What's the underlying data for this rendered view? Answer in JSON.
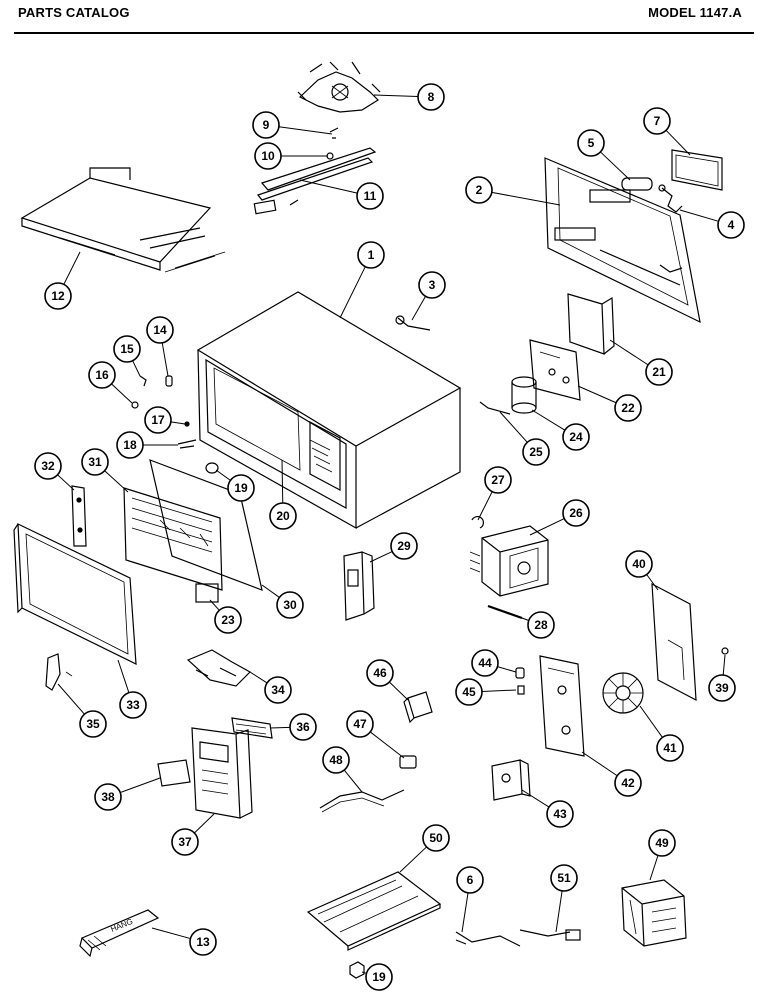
{
  "header": {
    "left_title": "PARTS CATALOG",
    "right_title": "MODEL 1147.A"
  },
  "callouts": [
    {
      "id": "c1",
      "label": "1"
    },
    {
      "id": "c2",
      "label": "2"
    },
    {
      "id": "c3",
      "label": "3"
    },
    {
      "id": "c4",
      "label": "4"
    },
    {
      "id": "c5",
      "label": "5"
    },
    {
      "id": "c6",
      "label": "6"
    },
    {
      "id": "c7",
      "label": "7"
    },
    {
      "id": "c8",
      "label": "8"
    },
    {
      "id": "c9",
      "label": "9"
    },
    {
      "id": "c10",
      "label": "10"
    },
    {
      "id": "c11",
      "label": "11"
    },
    {
      "id": "c12",
      "label": "12"
    },
    {
      "id": "c13",
      "label": "13"
    },
    {
      "id": "c14",
      "label": "14"
    },
    {
      "id": "c15",
      "label": "15"
    },
    {
      "id": "c16",
      "label": "16"
    },
    {
      "id": "c17",
      "label": "17"
    },
    {
      "id": "c18",
      "label": "18"
    },
    {
      "id": "c19",
      "label": "19"
    },
    {
      "id": "c19b",
      "label": "19"
    },
    {
      "id": "c20",
      "label": "20"
    },
    {
      "id": "c21",
      "label": "21"
    },
    {
      "id": "c22",
      "label": "22"
    },
    {
      "id": "c23",
      "label": "23"
    },
    {
      "id": "c24",
      "label": "24"
    },
    {
      "id": "c25",
      "label": "25"
    },
    {
      "id": "c26",
      "label": "26"
    },
    {
      "id": "c27",
      "label": "27"
    },
    {
      "id": "c28",
      "label": "28"
    },
    {
      "id": "c29",
      "label": "29"
    },
    {
      "id": "c30",
      "label": "30"
    },
    {
      "id": "c31",
      "label": "31"
    },
    {
      "id": "c32",
      "label": "32"
    },
    {
      "id": "c33",
      "label": "33"
    },
    {
      "id": "c34",
      "label": "34"
    },
    {
      "id": "c35",
      "label": "35"
    },
    {
      "id": "c36",
      "label": "36"
    },
    {
      "id": "c37",
      "label": "37"
    },
    {
      "id": "c38",
      "label": "38"
    },
    {
      "id": "c39",
      "label": "39"
    },
    {
      "id": "c40",
      "label": "40"
    },
    {
      "id": "c41",
      "label": "41"
    },
    {
      "id": "c42",
      "label": "42"
    },
    {
      "id": "c43",
      "label": "43"
    },
    {
      "id": "c44",
      "label": "44"
    },
    {
      "id": "c45",
      "label": "45"
    },
    {
      "id": "c46",
      "label": "46"
    },
    {
      "id": "c47",
      "label": "47"
    },
    {
      "id": "c48",
      "label": "48"
    },
    {
      "id": "c49",
      "label": "49"
    },
    {
      "id": "c50",
      "label": "50"
    },
    {
      "id": "c51",
      "label": "51"
    }
  ],
  "part_13_label_text": "HANG"
}
